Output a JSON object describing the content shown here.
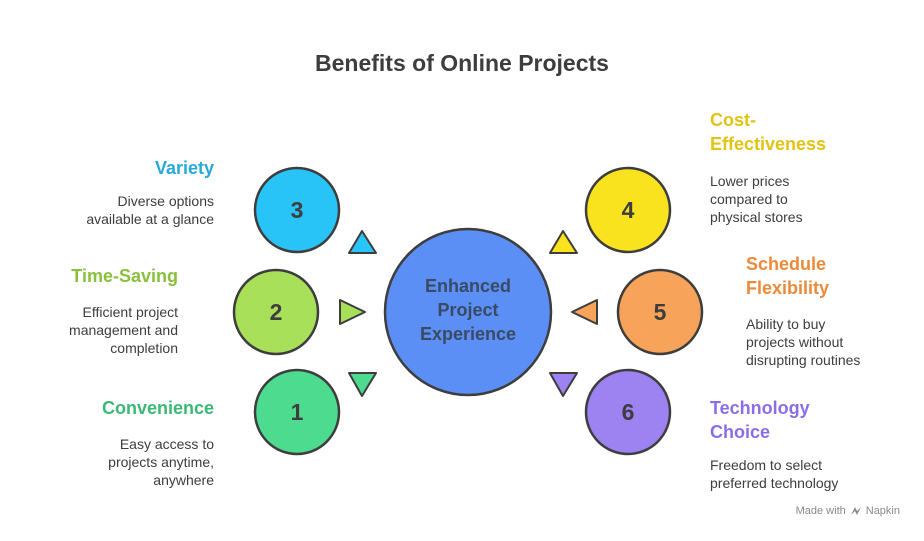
{
  "title": "Benefits of Online Projects",
  "center": {
    "line1": "Enhanced",
    "line2": "Project",
    "line3": "Experience",
    "color": "#5b8ff5"
  },
  "items": [
    {
      "number": "1",
      "heading": [
        "Convenience"
      ],
      "description": [
        "Easy access to",
        "projects anytime,",
        "anywhere"
      ],
      "color": "#4cdb8f",
      "text_color": "#3cb876"
    },
    {
      "number": "2",
      "heading": [
        "Time-Saving"
      ],
      "description": [
        "Efficient project",
        "management and",
        "completion"
      ],
      "color": "#a8e05a",
      "text_color": "#8ac13c"
    },
    {
      "number": "3",
      "heading": [
        "Variety"
      ],
      "description": [
        "Diverse options",
        "available at a glance"
      ],
      "color": "#28c3f7",
      "text_color": "#27a9d9"
    },
    {
      "number": "4",
      "heading": [
        "Cost-",
        "Effectiveness"
      ],
      "description": [
        "Lower prices",
        "compared to",
        "physical stores"
      ],
      "color": "#f9e21e",
      "text_color": "#e2c314"
    },
    {
      "number": "5",
      "heading": [
        "Schedule",
        "Flexibility"
      ],
      "description": [
        "Ability to buy",
        "projects without",
        "disrupting routines"
      ],
      "color": "#f8a35a",
      "text_color": "#ec8a3a"
    },
    {
      "number": "6",
      "heading": [
        "Technology",
        "Choice"
      ],
      "description": [
        "Freedom to select",
        "preferred technology"
      ],
      "color": "#9d82f2",
      "text_color": "#8a6ee8"
    }
  ],
  "footer": {
    "made_with": "Made with",
    "brand": "Napkin"
  }
}
